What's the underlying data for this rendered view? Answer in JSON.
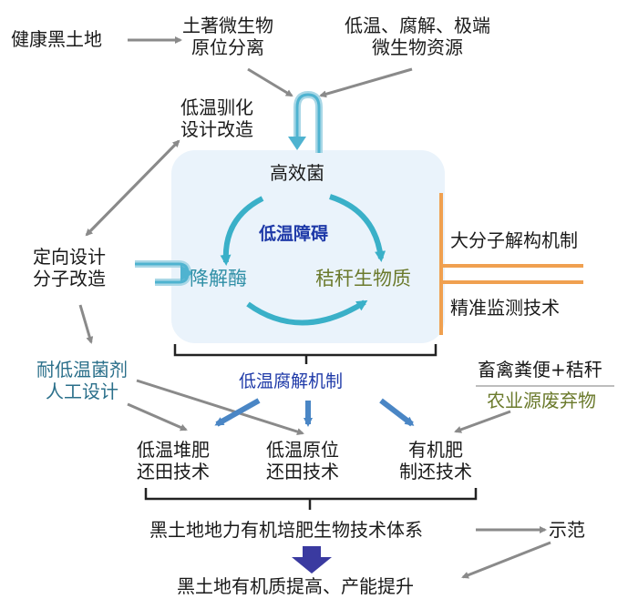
{
  "nodes": {
    "healthy_soil": "健康黑土地",
    "isolation": "土著微生物\n原位分离",
    "resources": "低温、腐解、极端\n微生物资源",
    "acclimation": "低温驯化\n设计改造",
    "efficient_strain": "高效菌",
    "low_temp_barrier": "低温障碍",
    "directed_design": "定向设计\n分子改造",
    "enzyme": "降解酶",
    "straw": "秸秆生物质",
    "macromolecule": "大分子解构机制",
    "monitoring": "精准监测技术",
    "agent_design": "耐低温菌剂\n人工设计",
    "mechanism": "低温腐解机制",
    "manure": "畜禽粪便+秸秆",
    "agri_waste": "农业源废弃物",
    "compost": "低温堆肥\n还田技术",
    "in_situ": "低温原位\n还田技术",
    "organic_fert": "有机肥\n制还技术",
    "system": "黑土地地力有机培肥生物技术体系",
    "demo": "示范",
    "outcome": "黑土地有机质提高、产能提升"
  },
  "colors": {
    "gray_arrow": "#8a8a8a",
    "blue_arrow": "#4a86c5",
    "cycle_teal": "#3ab0c8",
    "orange": "#f0a050",
    "navy_arrow": "#3a3aa0"
  }
}
